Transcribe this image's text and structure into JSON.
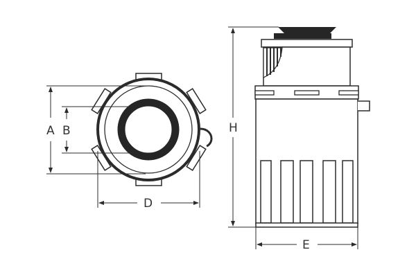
{
  "diagram": {
    "type": "air-filter-technical-drawing",
    "views": [
      {
        "name": "top-view",
        "description": "circular end view with mounting tabs"
      },
      {
        "name": "side-view",
        "description": "cylindrical side elevation with top lid and bottom slots"
      }
    ],
    "dimensions": {
      "A": "A",
      "B": "B",
      "D": "D",
      "H": "H",
      "E": "E"
    },
    "colors": {
      "line": "#2b2b2b",
      "fill_dark": "#262626",
      "background": "#ffffff"
    }
  }
}
